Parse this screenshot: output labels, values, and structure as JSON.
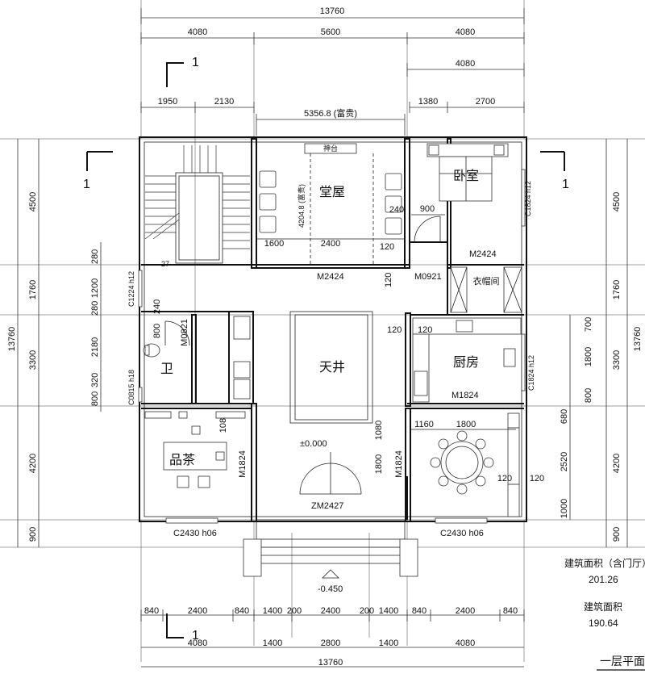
{
  "top_dims": {
    "total": "13760",
    "row1": [
      "4080",
      "5600",
      "4080"
    ],
    "row2": [
      "4080"
    ],
    "row3": [
      "1950",
      "2130",
      "5356.8 (富贵)",
      "1380",
      "2700"
    ]
  },
  "bottom_dims": {
    "row1": [
      "840",
      "2400",
      "840",
      "1400",
      "200",
      "2400",
      "200",
      "1400",
      "840",
      "2400",
      "840"
    ],
    "row2": [
      "4080",
      "1400",
      "2800",
      "1400",
      "4080"
    ],
    "total": "13760"
  },
  "side_dims": {
    "left_outer": [
      "4500",
      "1760",
      "3300",
      "4200",
      "900"
    ],
    "left_inner": [
      "280",
      "1200",
      "280",
      "2180",
      "320",
      "800"
    ],
    "right_outer": [
      "4500",
      "1760",
      "3300",
      "4200",
      "900"
    ],
    "right_inner": [
      "700",
      "1800",
      "800",
      "680",
      "2520",
      "1000"
    ],
    "total": "13760"
  },
  "rooms": {
    "hall": "堂屋",
    "shrine": "神台",
    "bedroom": "卧室",
    "closet": "衣帽间",
    "kitchen": "厨房",
    "courtyard": "天井",
    "bath": "卫",
    "tea": "品茶"
  },
  "labels": {
    "m2424_hall": "M2424",
    "m2424_bed": "M2424",
    "m0921": "M0921",
    "m0821": "M0821",
    "m1824_left": "M1824",
    "m1824_right": "M1824",
    "m1824_kitchen": "M1824",
    "zm2427": "ZM2427",
    "c2430_left": "C2430 h06",
    "c2430_right": "C2430 h06",
    "c1224": "C1224 h12",
    "c1824_bed": "C1824 h12",
    "c1824_kitchen": "C1824 h12",
    "c0815": "C0815 h18",
    "elev_zero": "±0.000",
    "elev_step": "-0.450",
    "section_mark": "1",
    "d4204": "4204.8 (富贵)",
    "d1600": "1600",
    "d2400": "2400",
    "d900": "900",
    "d120": "120",
    "d240": "240",
    "d800": "800",
    "d1080": "1080",
    "d1160": "1160",
    "d1800": "1800",
    "d27": "27"
  },
  "info": {
    "area_incl_label": "建筑面积（含门厅）",
    "area_incl_value": "201.26",
    "area_label": "建筑面积",
    "area_value": "190.64",
    "plan_title": "一层平面"
  }
}
